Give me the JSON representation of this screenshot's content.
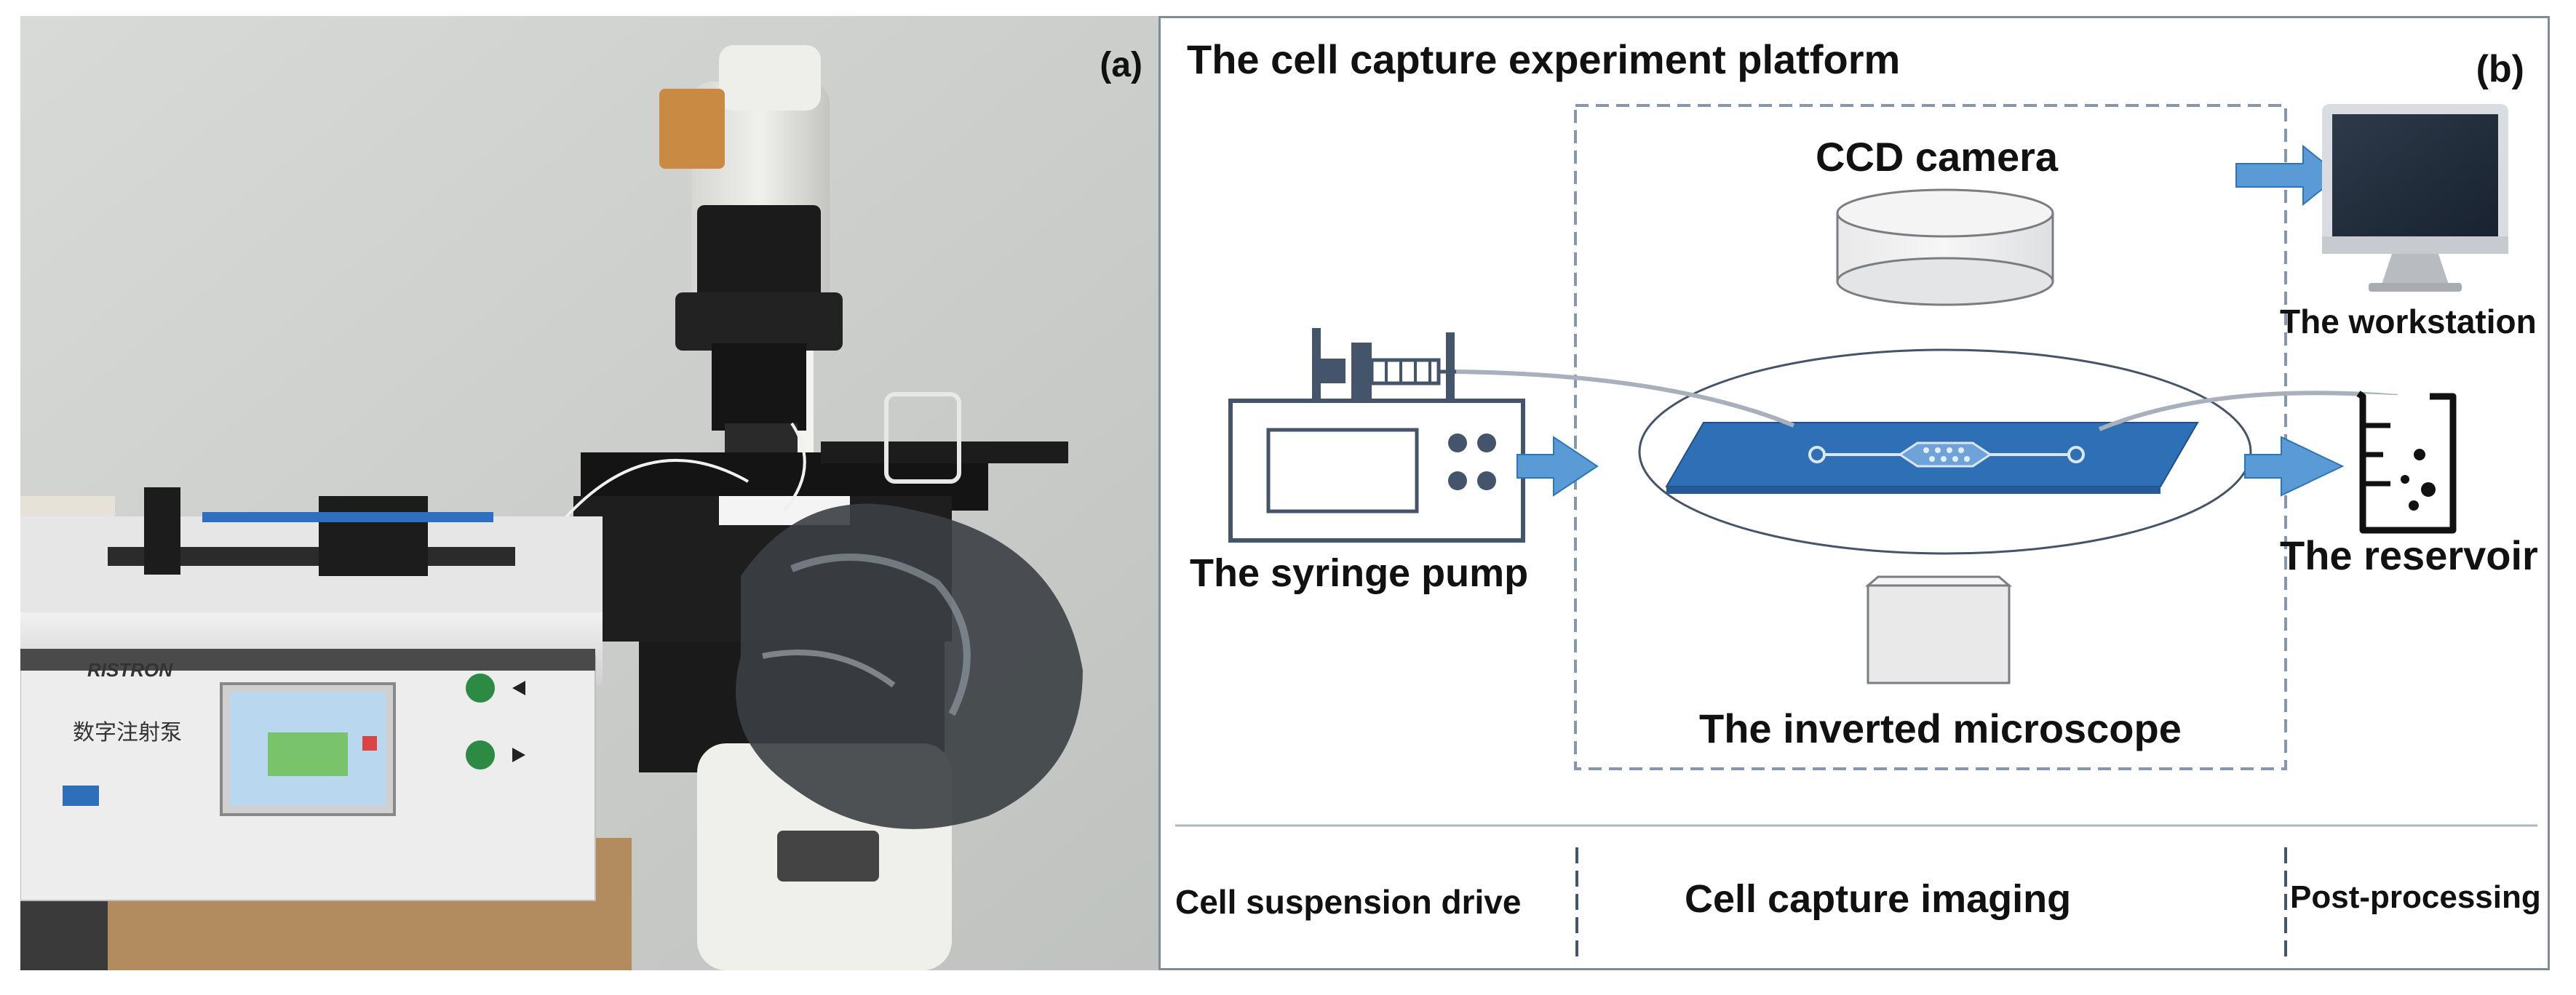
{
  "panel_a": {
    "label": "(a)",
    "pump_brand": "RISTRON",
    "pump_name": "数字注射泵"
  },
  "panel_b": {
    "label": "(b)",
    "title": "The cell capture experiment platform",
    "components": {
      "ccd_camera": "CCD camera",
      "workstation": "The workstation",
      "syringe_pump": "The syringe pump",
      "reservoir": "The reservoir",
      "inverted_microscope": "The inverted microscope"
    },
    "stages": [
      "Cell suspension drive",
      "Cell capture imaging",
      "Post-processing"
    ]
  },
  "colors": {
    "chip_blue": "#2f6fb6",
    "arrow_blue": "#5b9bd5",
    "device_outline": "#44546a",
    "dashed_border": "#8496b0"
  }
}
